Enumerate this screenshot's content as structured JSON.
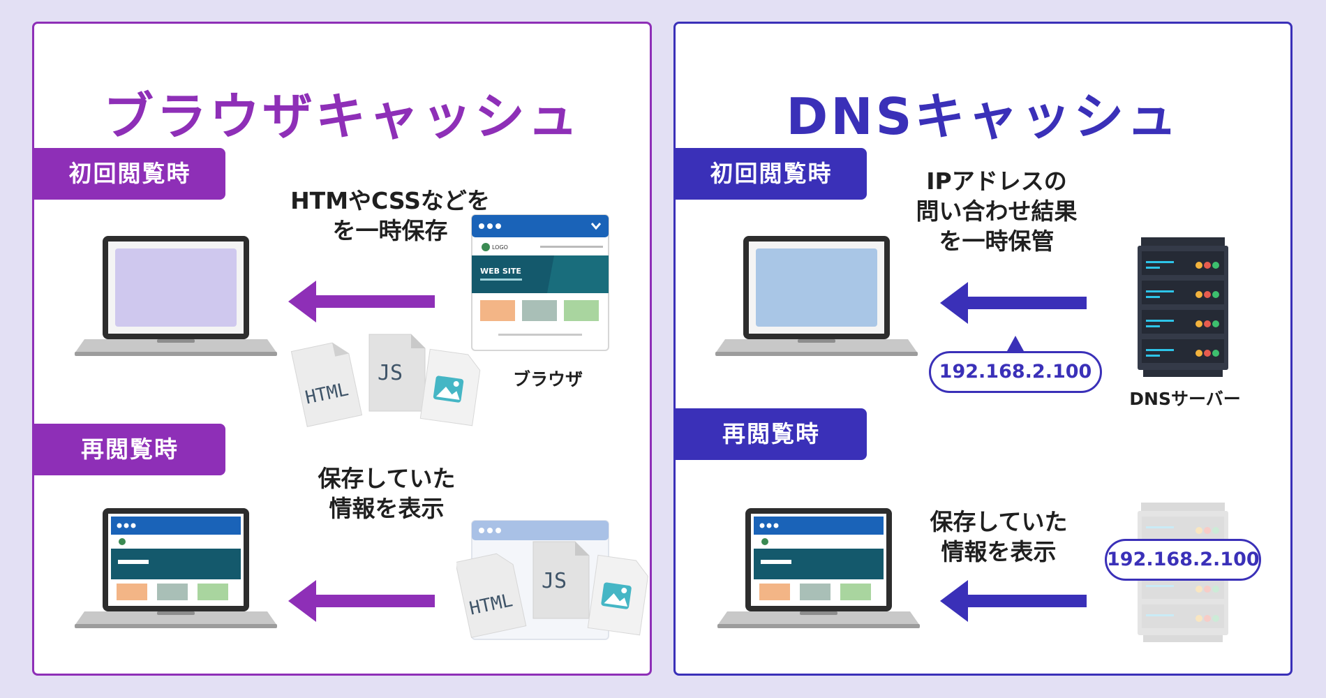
{
  "colors": {
    "purple": "#8e2fb7",
    "indigo": "#3a30b8",
    "background": "#e3e0f4"
  },
  "left_panel": {
    "title": "ブラウザキャッシュ",
    "first_visit": {
      "tag": "初回閲覧時",
      "caption": "HTMやCSSなどを\nを一時保存",
      "browser_label": "ブラウザ",
      "file_labels": [
        "HTML",
        "JS"
      ]
    },
    "revisit": {
      "tag": "再閲覧時",
      "caption": "保存していた\n情報を表示",
      "file_labels": [
        "HTML",
        "JS"
      ]
    },
    "mockup": {
      "logo": "LOGO",
      "hero": "WEB SITE"
    }
  },
  "right_panel": {
    "title": "DNSキャッシュ",
    "first_visit": {
      "tag": "初回閲覧時",
      "caption": "IPアドレスの\n問い合わせ結果\nを一時保管",
      "ip": "192.168.2.100",
      "server_label": "DNSサーバー"
    },
    "revisit": {
      "tag": "再閲覧時",
      "caption": "保存していた\n情報を表示",
      "ip": "192.168.2.100"
    }
  }
}
